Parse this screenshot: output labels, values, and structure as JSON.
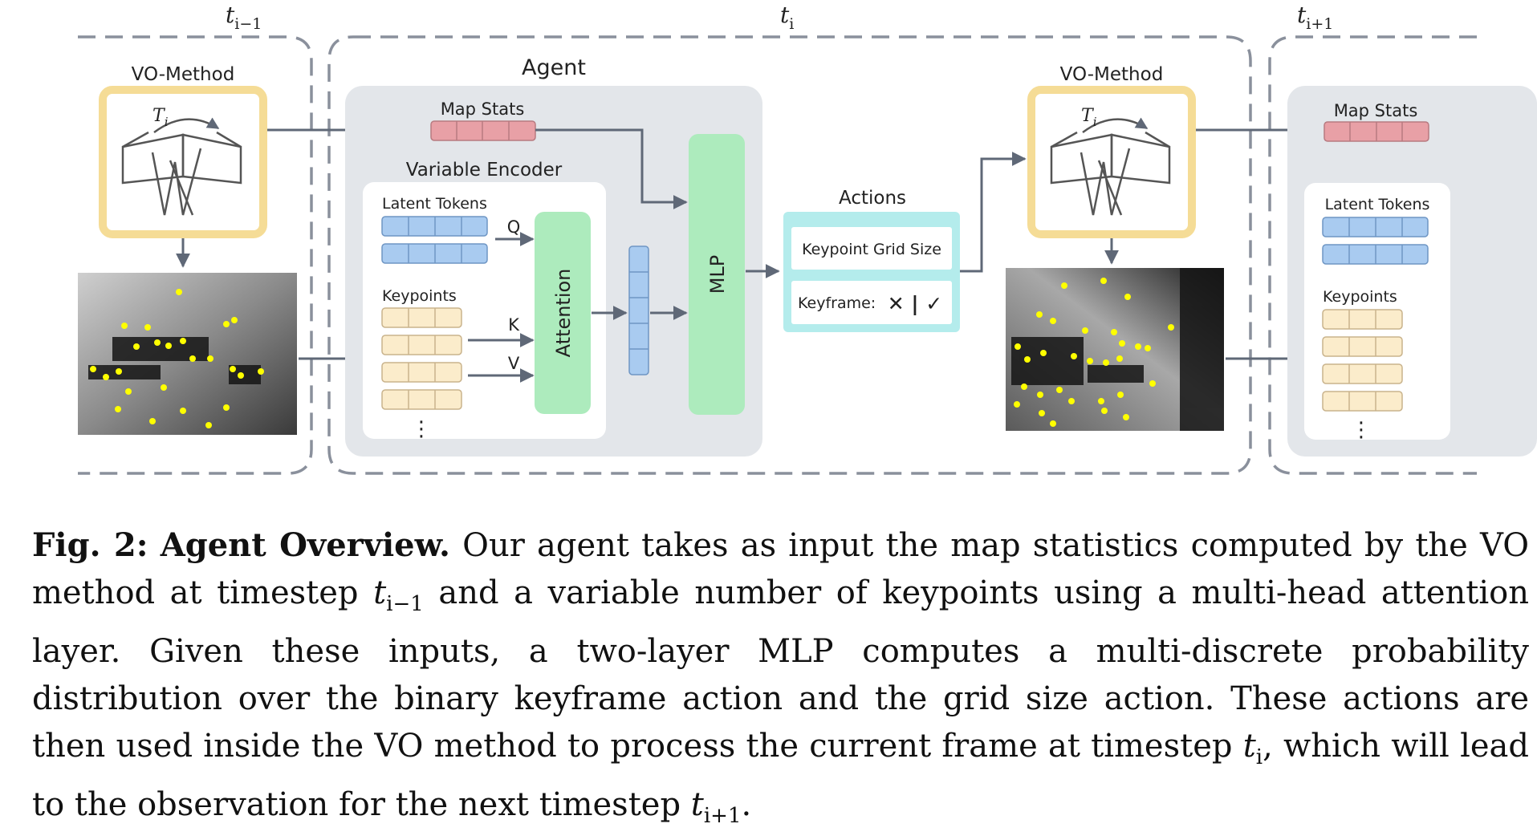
{
  "timesteps": {
    "prev": "t",
    "prev_sub": "i−1",
    "curr": "t",
    "curr_sub": "i",
    "next": "t",
    "next_sub": "i+1"
  },
  "labels": {
    "vo_method": "VO-Method",
    "agent": "Agent",
    "map_stats": "Map Stats",
    "variable_encoder": "Variable Encoder",
    "latent_tokens": "Latent Tokens",
    "keypoints": "Keypoints",
    "q": "Q",
    "k": "K",
    "v": "V",
    "attention": "Attention",
    "mlp": "MLP",
    "actions": "Actions",
    "keypoint_grid_size": "Keypoint Grid Size",
    "keyframe": "Keyframe:",
    "keyframe_options": "✕ | ✓",
    "pose_symbol": "T",
    "pose_sub": "i",
    "ellipsis": "⋮"
  },
  "caption": {
    "fig_label": "Fig. 2:",
    "title": "Agent Overview.",
    "p1": "Our agent takes as input the map statistics computed by the VO method at timestep ",
    "t1": "t",
    "t1_sub": "i−1",
    "p2": " and a variable number of keypoints using a multi-head attention layer. Given these inputs, a two-layer MLP computes a multi-discrete probability distribution over the binary keyframe action and the grid size action. These actions are then used inside the VO method to process the current frame at timestep ",
    "t2": "t",
    "t2_sub": "i",
    "p3": ", which will lead to the observation for the next timestep ",
    "t3": "t",
    "t3_sub": "i+1",
    "p4": "."
  },
  "colors": {
    "dash": "#8a909c",
    "agent_panel": "#e3e6ea",
    "vo_border": "#f5dc96",
    "map_stats": "#e8a0a6",
    "latent": "#a9cbf0",
    "keypoints": "#fbeccb",
    "attention": "#adebbd",
    "actions_border": "#b4ecec",
    "arrow": "#5f6877",
    "keypoint_dot": "#ffff00"
  }
}
